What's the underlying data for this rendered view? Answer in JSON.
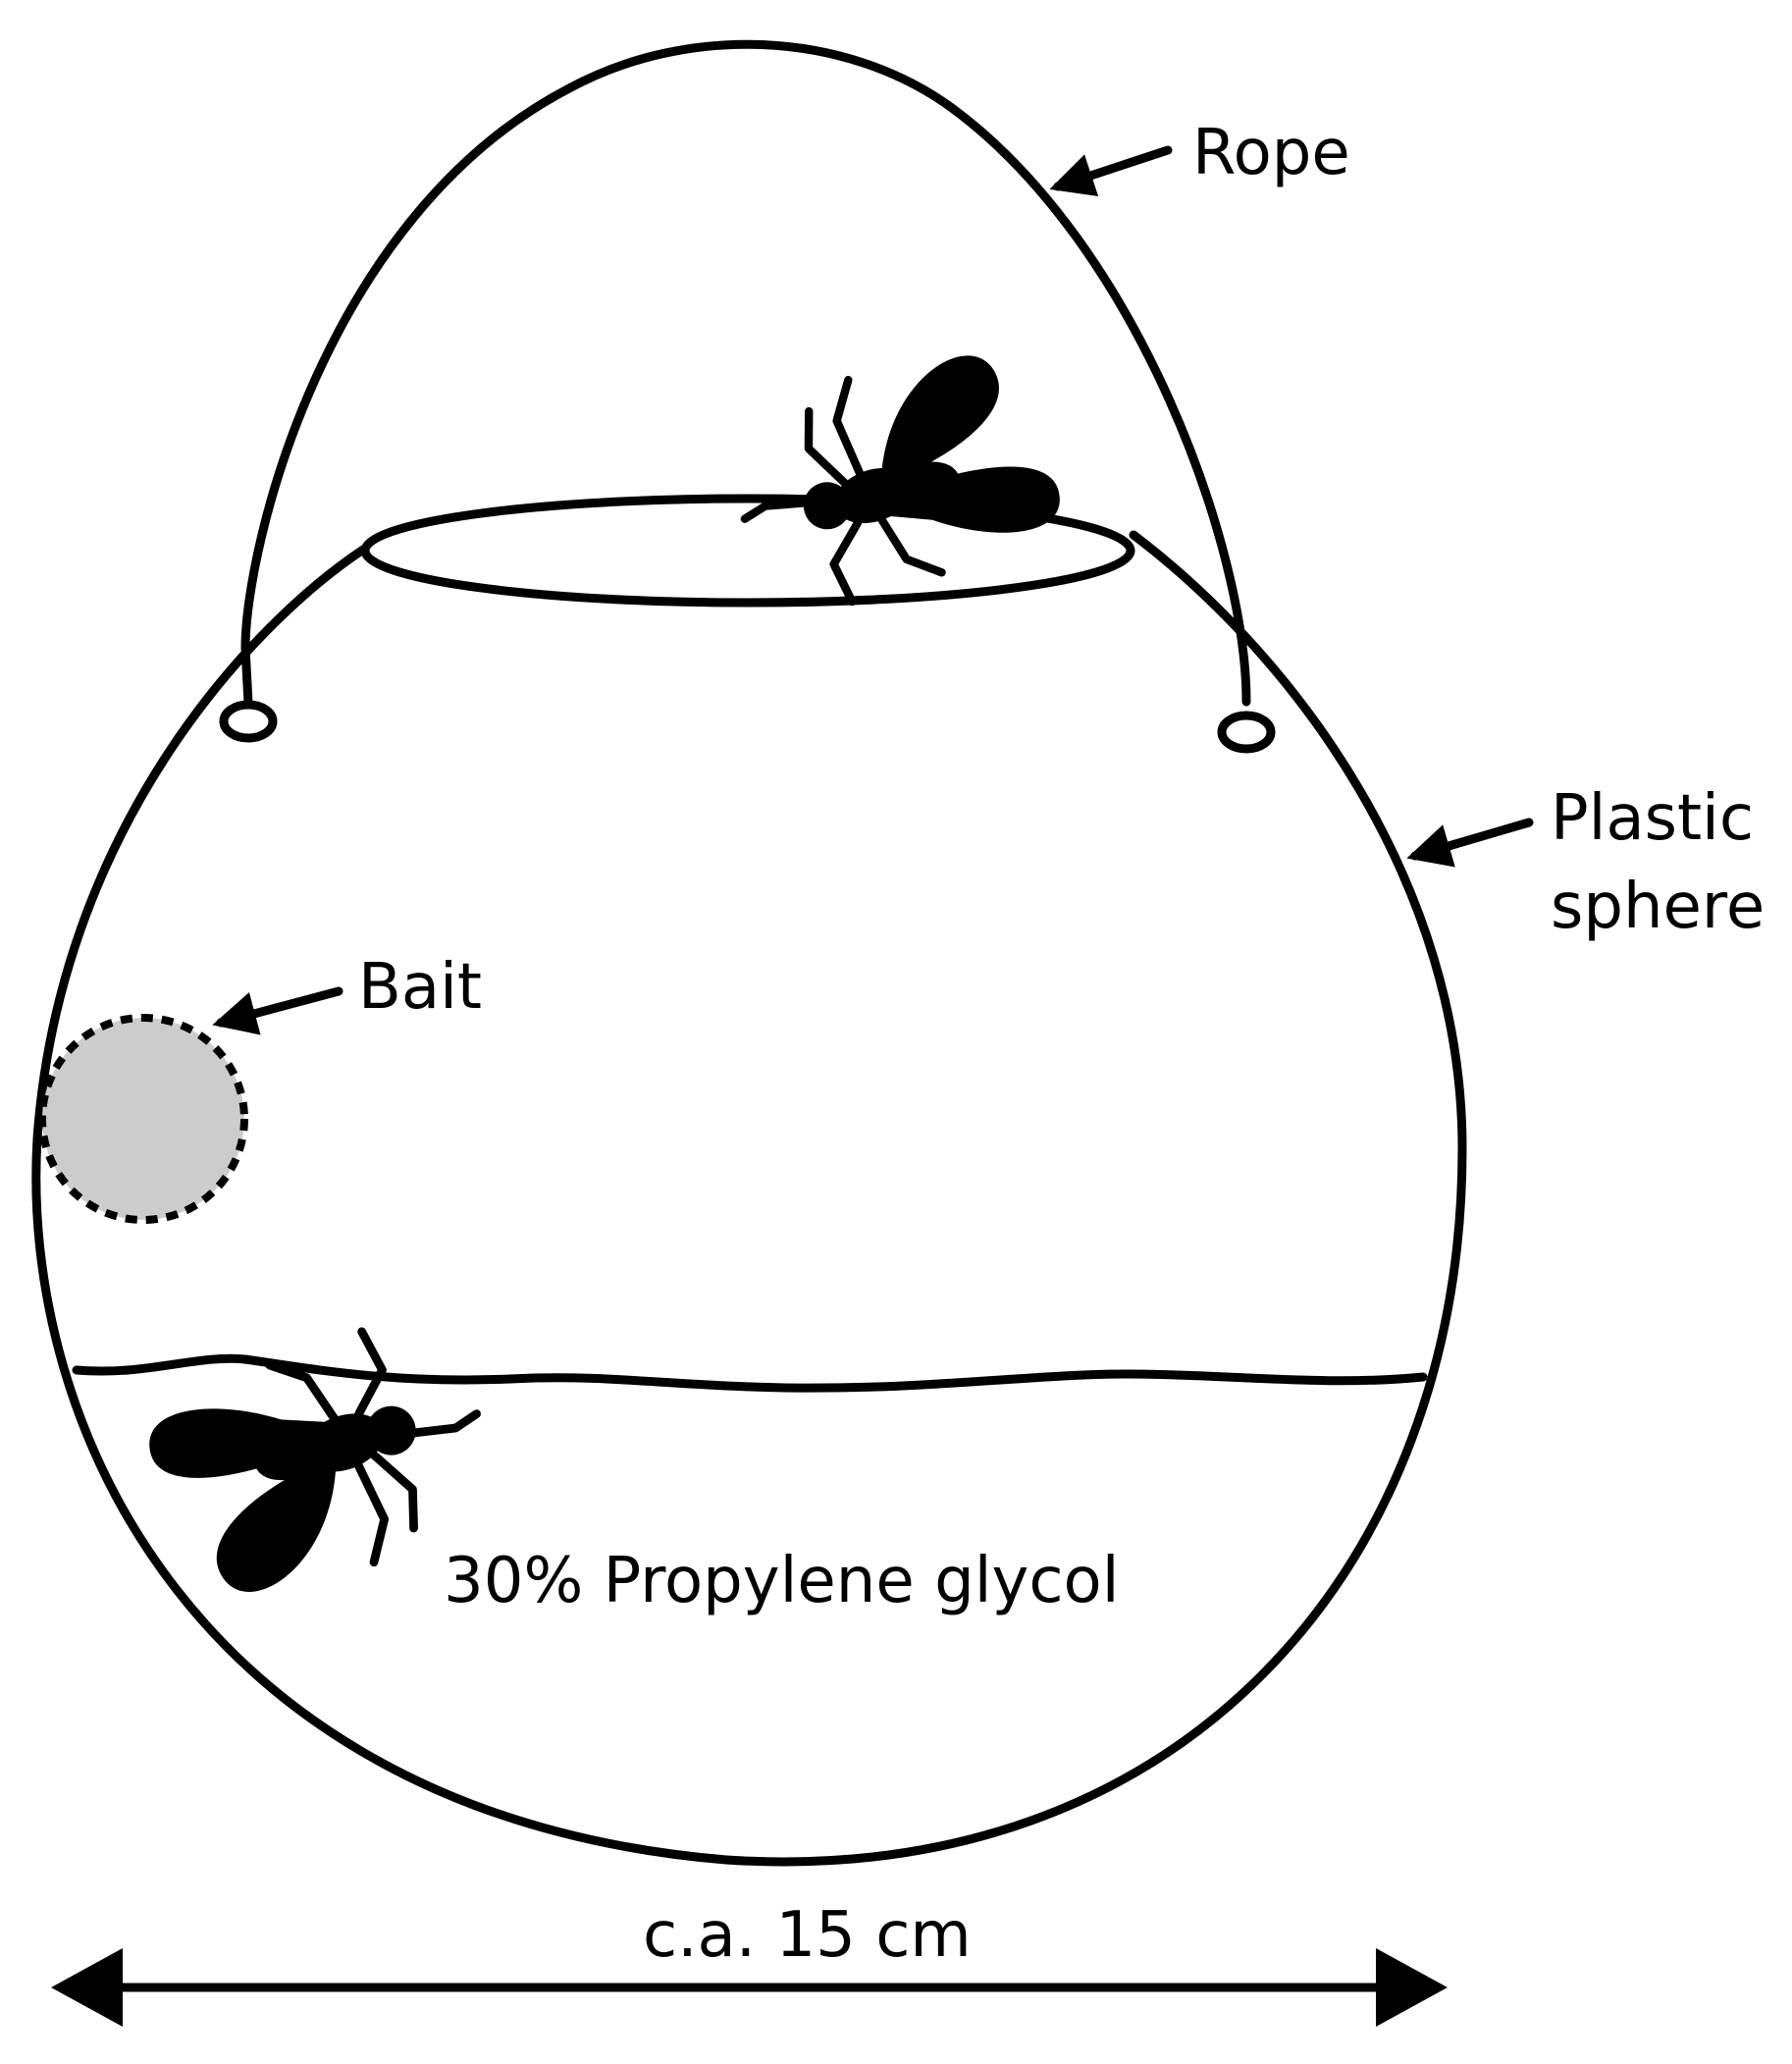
{
  "labels": {
    "rope": "Rope",
    "plastic_line1": "Plastic",
    "plastic_line2": "sphere",
    "bait": "Bait",
    "liquid": "30% Propylene glycol",
    "dimension": "c.a. 15 cm"
  },
  "colors": {
    "stroke": "#000000",
    "bait_fill": "#cccccc",
    "background": "#ffffff"
  },
  "icons": [
    "fly-icon",
    "arrow-icon"
  ]
}
